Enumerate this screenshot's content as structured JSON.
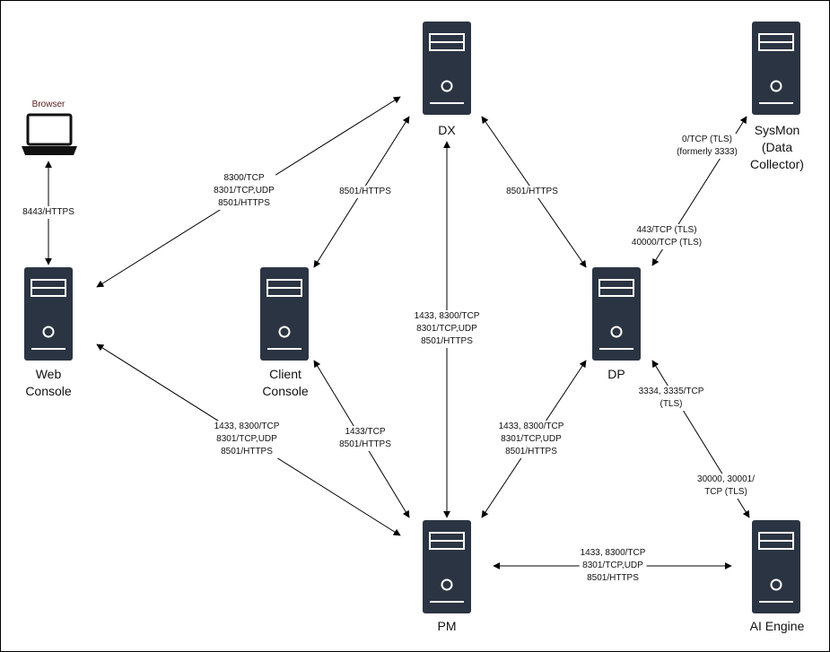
{
  "colors": {
    "server": "#2b3442",
    "line": "#000000",
    "label_bg": "#ffffff"
  },
  "nodes": {
    "browser": {
      "label": "Browser",
      "icon": "laptop-icon"
    },
    "dx": {
      "label_lines": [
        "DX"
      ],
      "icon": "server-icon"
    },
    "sysmon": {
      "label_lines": [
        "SysMon",
        "(Data",
        "Collector)"
      ],
      "icon": "server-icon"
    },
    "web_console": {
      "label_lines": [
        "Web",
        "Console"
      ],
      "icon": "server-icon"
    },
    "client_console": {
      "label_lines": [
        "Client",
        "Console"
      ],
      "icon": "server-icon"
    },
    "dp": {
      "label_lines": [
        "DP"
      ],
      "icon": "server-icon"
    },
    "pm": {
      "label_lines": [
        "PM"
      ],
      "icon": "server-icon"
    },
    "ai_engine": {
      "label_lines": [
        "AI Engine"
      ],
      "icon": "server-icon"
    }
  },
  "connections": {
    "browser_web": [
      "8443/HTTPS"
    ],
    "web_dx": [
      "8300/TCP",
      "8301/TCP,UDP",
      "8501/HTTPS"
    ],
    "client_dx": [
      "8501/HTTPS"
    ],
    "dx_dp": [
      "8501/HTTPS"
    ],
    "sysmon_top": [
      "0/TCP (TLS)",
      "(formerly 3333)"
    ],
    "sysmon_dp": [
      "443/TCP (TLS)",
      "40000/TCP (TLS)"
    ],
    "dx_pm": [
      "1433, 8300/TCP",
      "8301/TCP,UDP",
      "8501/HTTPS"
    ],
    "web_pm": [
      "1433, 8300/TCP",
      "8301/TCP,UDP",
      "8501/HTTPS"
    ],
    "client_pm": [
      "1433/TCP",
      "8501/HTTPS"
    ],
    "dp_pm": [
      "1433, 8300/TCP",
      "8301/TCP,UDP",
      "8501/HTTPS"
    ],
    "dp_ai_top": [
      "3334, 3335/TCP",
      "(TLS)"
    ],
    "dp_ai_bottom": [
      "30000, 30001/",
      "TCP (TLS)"
    ],
    "pm_ai": [
      "1433, 8300/TCP",
      "8301/TCP,UDP",
      "8501/HTTPS"
    ]
  }
}
